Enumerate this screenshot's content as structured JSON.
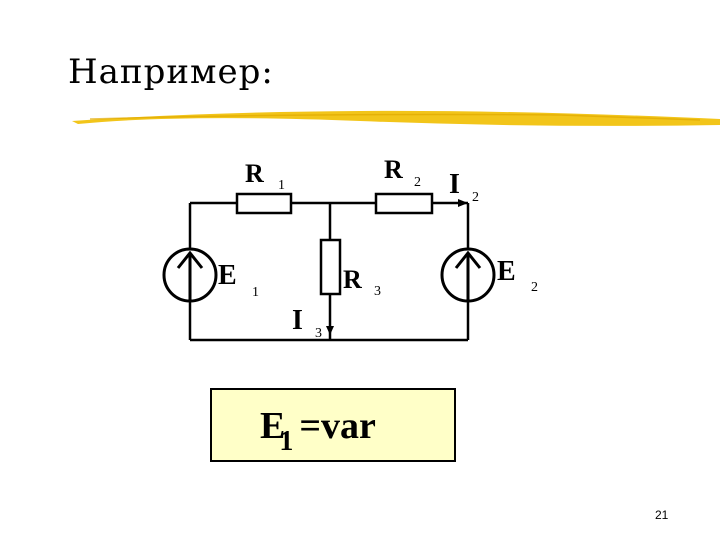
{
  "slide": {
    "title": "Например:",
    "page_number": "21",
    "accent_color": "#f2c51a"
  },
  "circuit": {
    "labels": {
      "R1_main": "R",
      "R1_sub": "1",
      "R2_main": "R",
      "R2_sub": "2",
      "R3_main": "R",
      "R3_sub": "3",
      "E1_main": "E",
      "E1_sub": "1",
      "E2_main": "E",
      "E2_sub": "2",
      "I2_main": "I",
      "I2_sub": "2",
      "I3_main": "I",
      "I3_sub": "3"
    }
  },
  "formula": {
    "symbol": "E",
    "subscript": "1",
    "rest": "=var",
    "box_color": "#ffffc8"
  }
}
